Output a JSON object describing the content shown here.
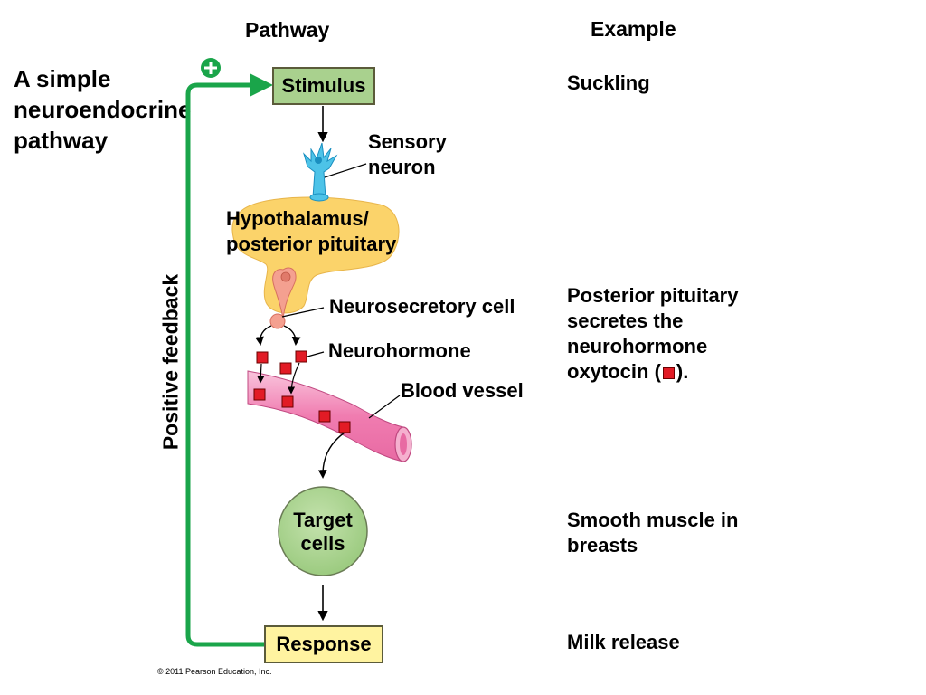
{
  "headers": {
    "pathway": "Pathway",
    "example": "Example"
  },
  "title": {
    "line1": "A simple",
    "line2": "neuroendocrine",
    "line3": "pathway"
  },
  "feedback": {
    "label": "Positive feedback",
    "sign": "+"
  },
  "pathway": {
    "stimulus": "Stimulus",
    "sensory_line1": "Sensory",
    "sensory_line2": "neuron",
    "hypothalamus_line1": "Hypothalamus/",
    "hypothalamus_line2": "posterior pituitary",
    "neurosecretory": "Neurosecretory cell",
    "neurohormone": "Neurohormone",
    "blood_vessel": "Blood vessel",
    "target_line1": "Target",
    "target_line2": "cells",
    "response": "Response"
  },
  "examples": {
    "stimulus": "Suckling",
    "secretion_line1": "Posterior pituitary",
    "secretion_line2": "secretes the",
    "secretion_line3": "neurohormone",
    "secretion_line4_pre": "oxytocin (",
    "secretion_line4_post": ").",
    "target_line1": "Smooth muscle in",
    "target_line2": "breasts",
    "response": "Milk release"
  },
  "copyright": "© 2011 Pearson Education, Inc.",
  "colors": {
    "feedback_green": "#1aa54a",
    "stimulus_box": "#a9d18e",
    "response_box": "#fff3a0",
    "target_cell": "#a9d18e",
    "hypothalamus": "#fbd36a",
    "sensory_neuron": "#4dc3e8",
    "vessel": "#f49ac1",
    "hormone": "#e21b25"
  }
}
